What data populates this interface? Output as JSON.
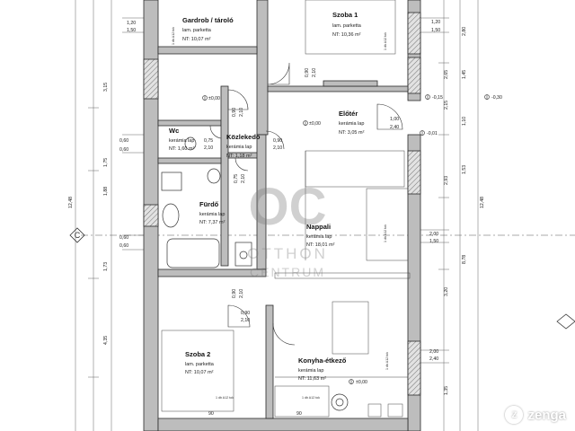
{
  "rooms": {
    "gardrob": {
      "name": "Gardrob / tároló",
      "floor": "lam. parketta",
      "area": "NT: 10,07 m²"
    },
    "szoba1": {
      "name": "Szoba 1",
      "floor": "lam. parketta",
      "area": "NT: 10,36 m²"
    },
    "eloter": {
      "name": "Előtér",
      "floor": "kerámia lap",
      "area": "NT: 3,05 m²"
    },
    "wc": {
      "name": "Wc",
      "floor": "kerámia lap",
      "area": "NT: 1,60 m²"
    },
    "kozlekedo": {
      "name": "Közlekedő",
      "floor": "kerámia lap",
      "area": "NT: 1,18 m²"
    },
    "furdo": {
      "name": "Fürdő",
      "floor": "kerámia lap",
      "area": "NT: 7,37 m²"
    },
    "nappali": {
      "name": "Nappali",
      "floor": "kerámia lap",
      "area": "NT: 18,01 m²"
    },
    "szoba2": {
      "name": "Szoba 2",
      "floor": "lam. parketta",
      "area": "NT: 10,07 m²"
    },
    "konyha": {
      "name": "Konyha-étkező",
      "floor": "kerámia lap",
      "area": "NT: 11,63 m²"
    }
  },
  "levels": {
    "l1": "±0,00",
    "l2": "±0,00",
    "l3": "-0,15",
    "l4": "-0,30",
    "l5": "-0,01",
    "l6": "±0,00"
  },
  "dims_left": [
    "1,20",
    "1,50",
    "3,15",
    "0,60",
    "0,60",
    "1,75",
    "1,88",
    "12,48",
    "0,60",
    "0,60",
    "1,73",
    "4,35"
  ],
  "dims_right": [
    "1,20",
    "1,50",
    "2,80",
    "2,65",
    "1,45",
    "2,15",
    "1,10",
    "2,93",
    "1,53",
    "12,48",
    "2,00",
    "1,50",
    "8,78",
    "3,20",
    "2,00",
    "2,40",
    "1,35"
  ],
  "door_dims": [
    {
      "w": "0,90",
      "h": "2,10"
    },
    {
      "w": "0,90",
      "h": "2,10"
    },
    {
      "w": "0,75",
      "h": "2,10"
    },
    {
      "w": "0,90",
      "h": "2,10"
    },
    {
      "w": "0,75",
      "h": "2,10"
    },
    {
      "w": "1,00",
      "h": "2,40"
    },
    {
      "w": "0,90",
      "h": "2,10"
    },
    {
      "w": "0,90",
      "h": "2,10"
    }
  ],
  "axis_label": "C",
  "window_note": "1 db A12 tok",
  "bottom_dims": [
    "90",
    "90"
  ],
  "watermark": {
    "mono": "OC",
    "line1": "OTTHON",
    "line2": "CENTRUM"
  },
  "brand": {
    "logo": "Z",
    "name": "zenga"
  },
  "colors": {
    "wall": "#bdbdbd",
    "line": "#2a2a2a",
    "watermark": "#8a8a8a"
  }
}
